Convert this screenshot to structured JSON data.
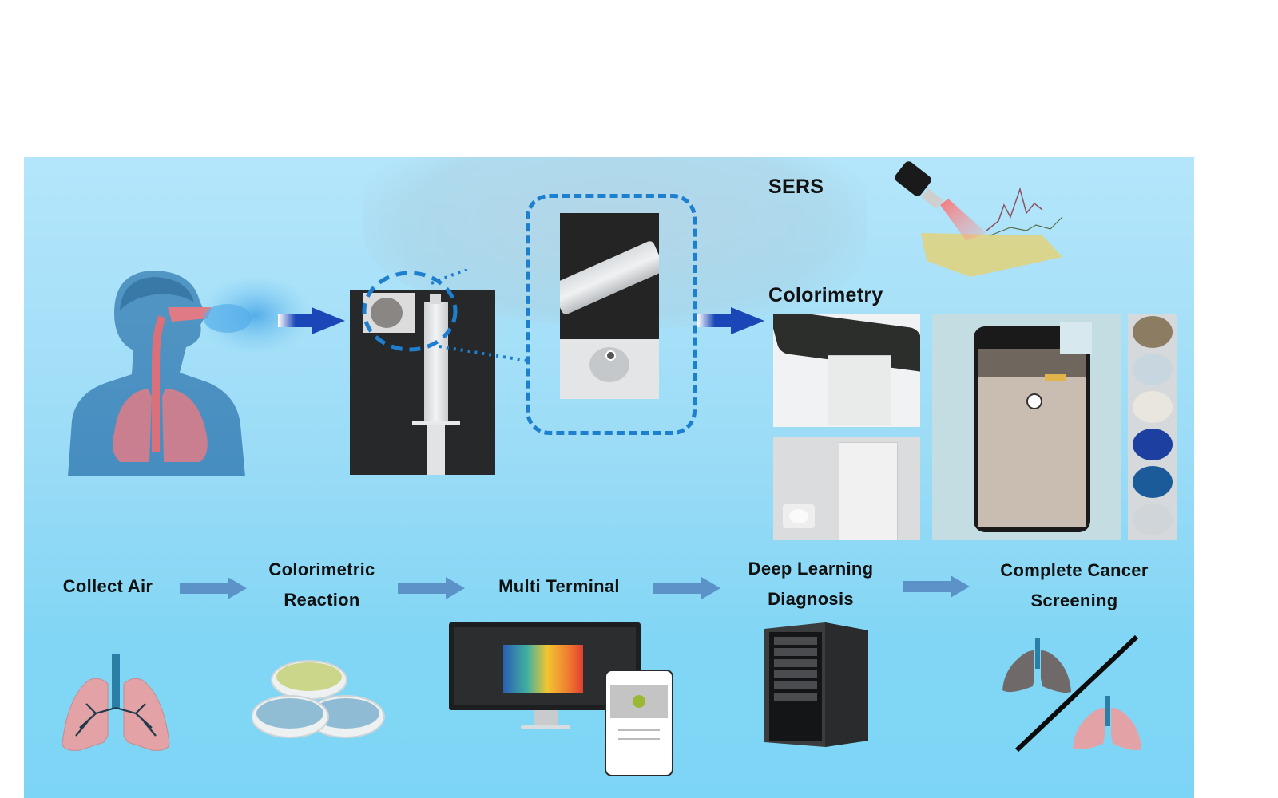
{
  "title": "Breath-based lung cancer screening workflow",
  "top_section": {
    "sers_label": "SERS",
    "colorimetry_label": "Colorimetry"
  },
  "workflow_steps": [
    {
      "label_lines": [
        "Collect Air"
      ],
      "icon": "lungs-icon"
    },
    {
      "label_lines": [
        "Colorimetric",
        "Reaction"
      ],
      "icon": "petri-dishes-icon"
    },
    {
      "label_lines": [
        "Multi Terminal"
      ],
      "icon": "monitor-and-phone-icon"
    },
    {
      "label_lines": [
        "Deep Learning",
        "Diagnosis"
      ],
      "icon": "server-tower-icon"
    },
    {
      "label_lines": [
        "Complete Cancer",
        "Screening"
      ],
      "icon": "healthy-vs-diseased-lungs-icon"
    }
  ],
  "colors": {
    "background_top": "#b4e6fb",
    "background_bottom": "#7dd5f5",
    "flow_arrow": "#5b93c9",
    "accent_arrow": "#1947b8",
    "dashed_outline": "#1f7fcf",
    "lung_pink": "#e3a3a6",
    "trachea_blue": "#2a7fa6"
  }
}
